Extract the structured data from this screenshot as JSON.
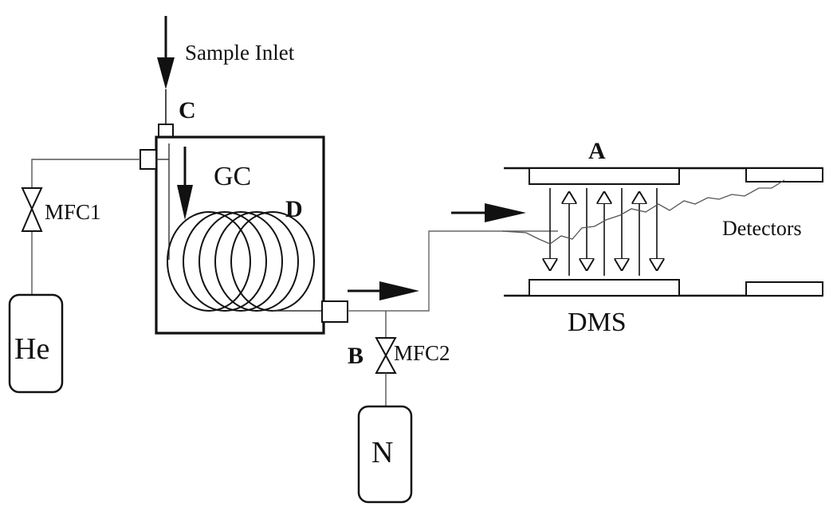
{
  "labels": {
    "sample_inlet": "Sample Inlet",
    "C": "C",
    "GC": "GC",
    "D": "D",
    "MFC1": "MFC1",
    "He": "He",
    "A": "A",
    "detectors": "Detectors",
    "DMS": "DMS",
    "B": "B",
    "MFC2": "MFC2",
    "N": "N"
  }
}
